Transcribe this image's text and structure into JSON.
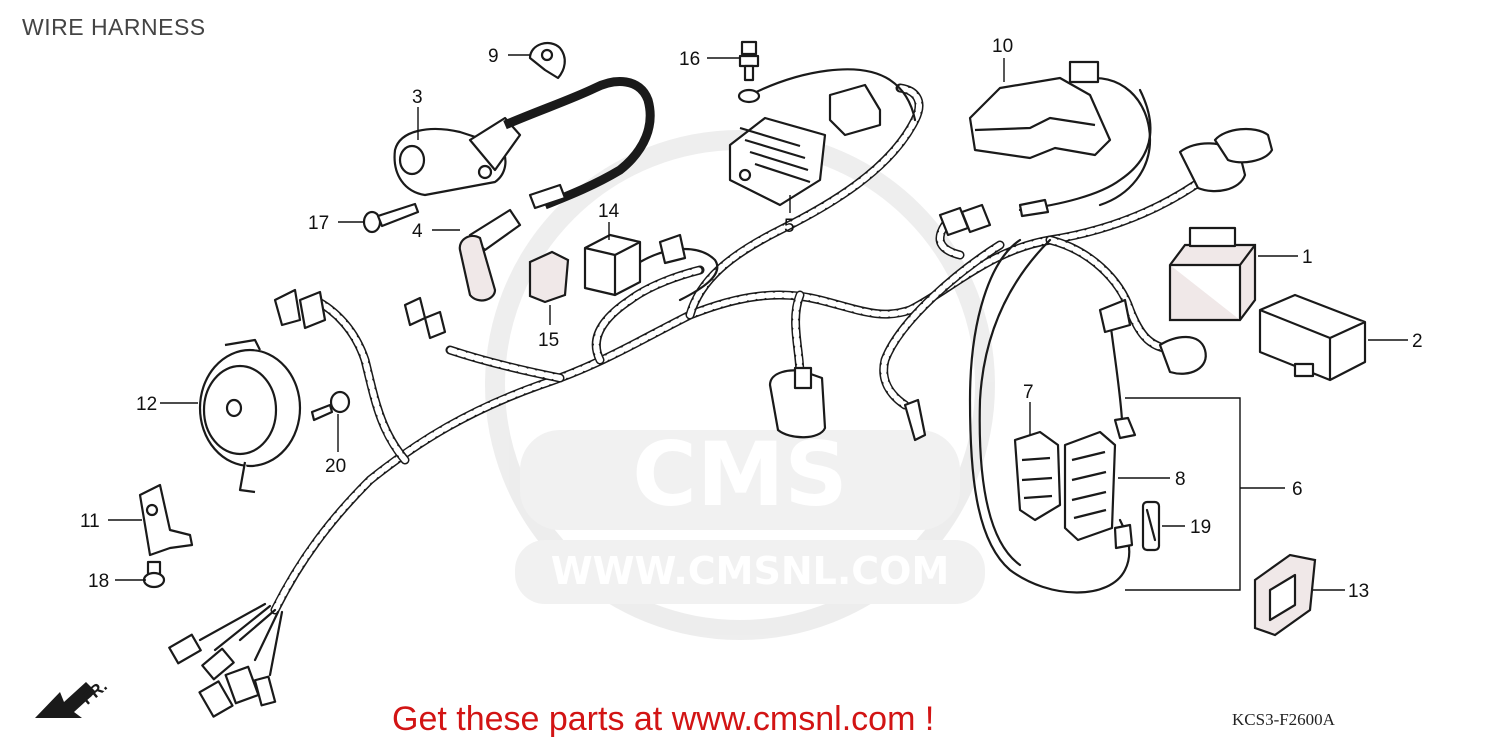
{
  "title": "WIRE HARNESS",
  "watermark": {
    "brand": "CMS",
    "url": "WWW.CMSNL.COM"
  },
  "promo_text": "Get these parts at www.cmsnl.com !",
  "diagram_code": "KCS3-F2600A",
  "direction_label": "FR.",
  "callouts": [
    "1",
    "2",
    "3",
    "4",
    "5",
    "6",
    "7",
    "8",
    "9",
    "10",
    "11",
    "12",
    "13",
    "14",
    "15",
    "16",
    "17",
    "18",
    "19",
    "20"
  ],
  "colors": {
    "promo": "#d21414",
    "ink": "#1a1a1a",
    "watermark": "#e3e3e3"
  }
}
